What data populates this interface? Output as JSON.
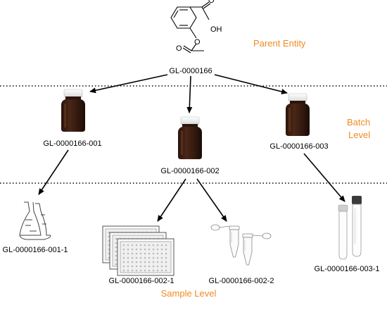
{
  "sections": {
    "parent": "Parent Entity",
    "batch_line1": "Batch",
    "batch_line2": "Level",
    "sample": "Sample Level"
  },
  "section_color": "#f08a24",
  "molecule": {
    "icon": "chemical-structure-icon",
    "atoms": {
      "oh": "OH",
      "o1": "O",
      "o2": "O",
      "o3": "O"
    }
  },
  "nodes": {
    "parent": "GL-0000166",
    "batch_1": "GL-0000166-001",
    "batch_2": "GL-0000166-002",
    "batch_3": "GL-0000166-003",
    "sample_001_1": "GL-0000166-001-1",
    "sample_002_1": "GL-0000166-002-1",
    "sample_002_2": "GL-0000166-002-2",
    "sample_003_1": "GL-0000166-003-1"
  },
  "icons": {
    "bottle": "amber-bottle-icon",
    "flask": "volumetric-flask-icon",
    "plate": "well-plate-icon",
    "tube": "microcentrifuge-tube-icon",
    "test_tube": "test-tube-icon"
  }
}
